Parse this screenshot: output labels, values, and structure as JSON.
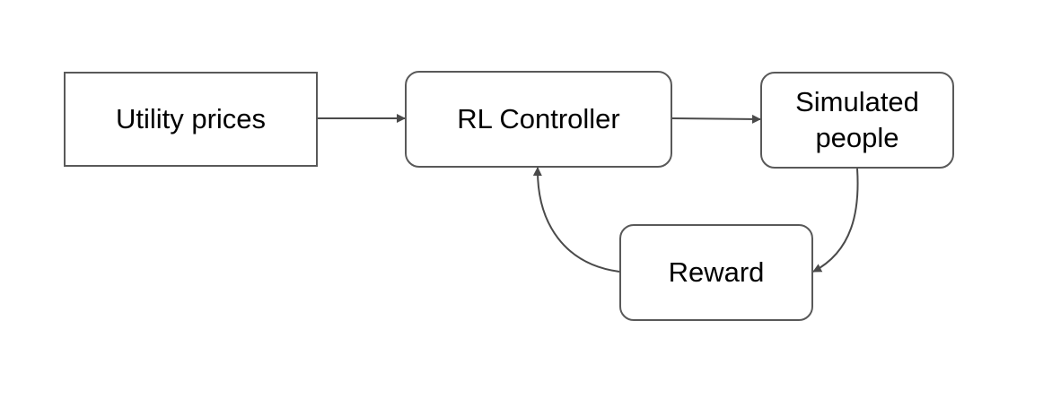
{
  "diagram": {
    "nodes": {
      "utility_prices": "Utility prices",
      "rl_controller": "RL Controller",
      "simulated_people_line1": "Simulated",
      "simulated_people_line2": "people",
      "reward": "Reward"
    },
    "edges": [
      {
        "from": "Utility prices",
        "to": "RL Controller"
      },
      {
        "from": "RL Controller",
        "to": "Simulated people"
      },
      {
        "from": "Simulated people",
        "to": "Reward"
      },
      {
        "from": "Reward",
        "to": "RL Controller"
      }
    ],
    "colors": {
      "stroke": "#595959",
      "arrow": "#4a4a4a",
      "text": "#000000",
      "background": "#ffffff"
    }
  }
}
